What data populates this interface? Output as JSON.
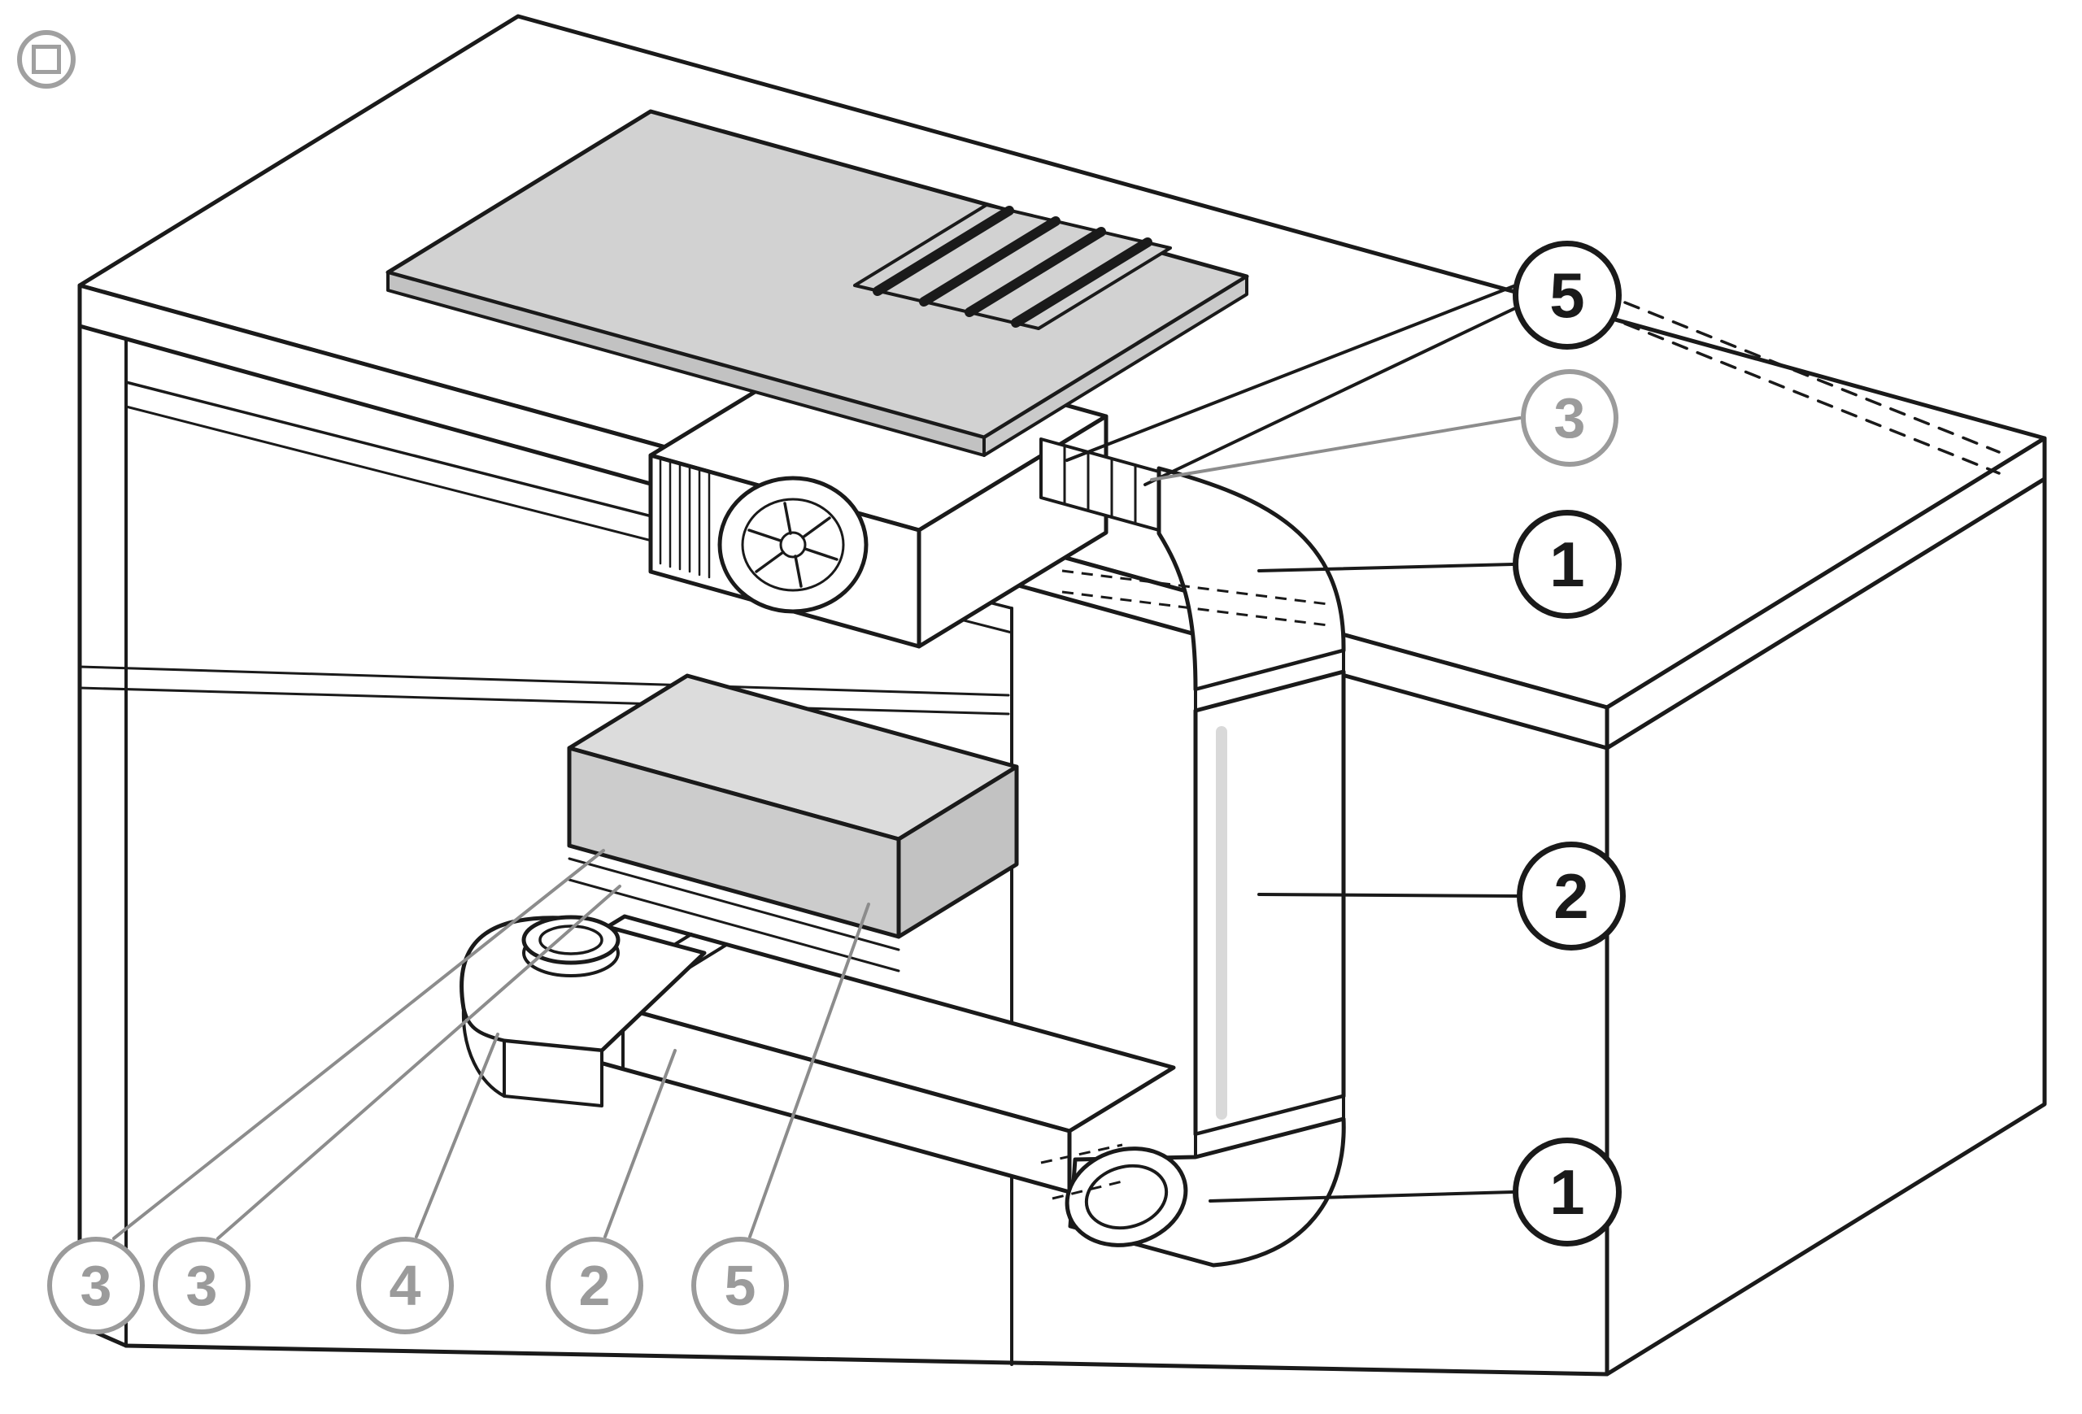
{
  "figure": {
    "corner_marker_icon": "square-marker-icon"
  },
  "colors": {
    "line": "#1a1a1a",
    "ghost": "#9b9b9b",
    "hob_surface": "#d2d2d2",
    "silencer_top": "#dcdcdc",
    "silencer_front": "#cccccc",
    "silencer_side": "#c2c2c2",
    "background": "#ffffff"
  },
  "callouts": [
    {
      "label": "5",
      "variant": "solid"
    },
    {
      "label": "3",
      "variant": "ghost"
    },
    {
      "label": "1",
      "variant": "solid"
    },
    {
      "label": "2",
      "variant": "solid"
    },
    {
      "label": "1",
      "variant": "solid"
    },
    {
      "label": "3",
      "variant": "ghost"
    },
    {
      "label": "3",
      "variant": "ghost"
    },
    {
      "label": "4",
      "variant": "ghost"
    },
    {
      "label": "2",
      "variant": "ghost"
    },
    {
      "label": "5",
      "variant": "ghost"
    }
  ]
}
